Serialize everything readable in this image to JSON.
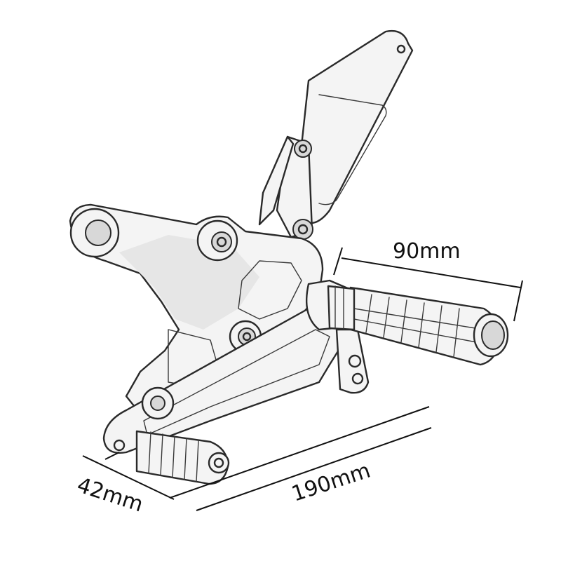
{
  "dimensions": {
    "peg_length": "90mm",
    "lever_length": "190mm",
    "lever_peg_width": "42mm"
  },
  "colors": {
    "background": "#ffffff",
    "line": "#2a2a2a",
    "text": "#111111"
  }
}
